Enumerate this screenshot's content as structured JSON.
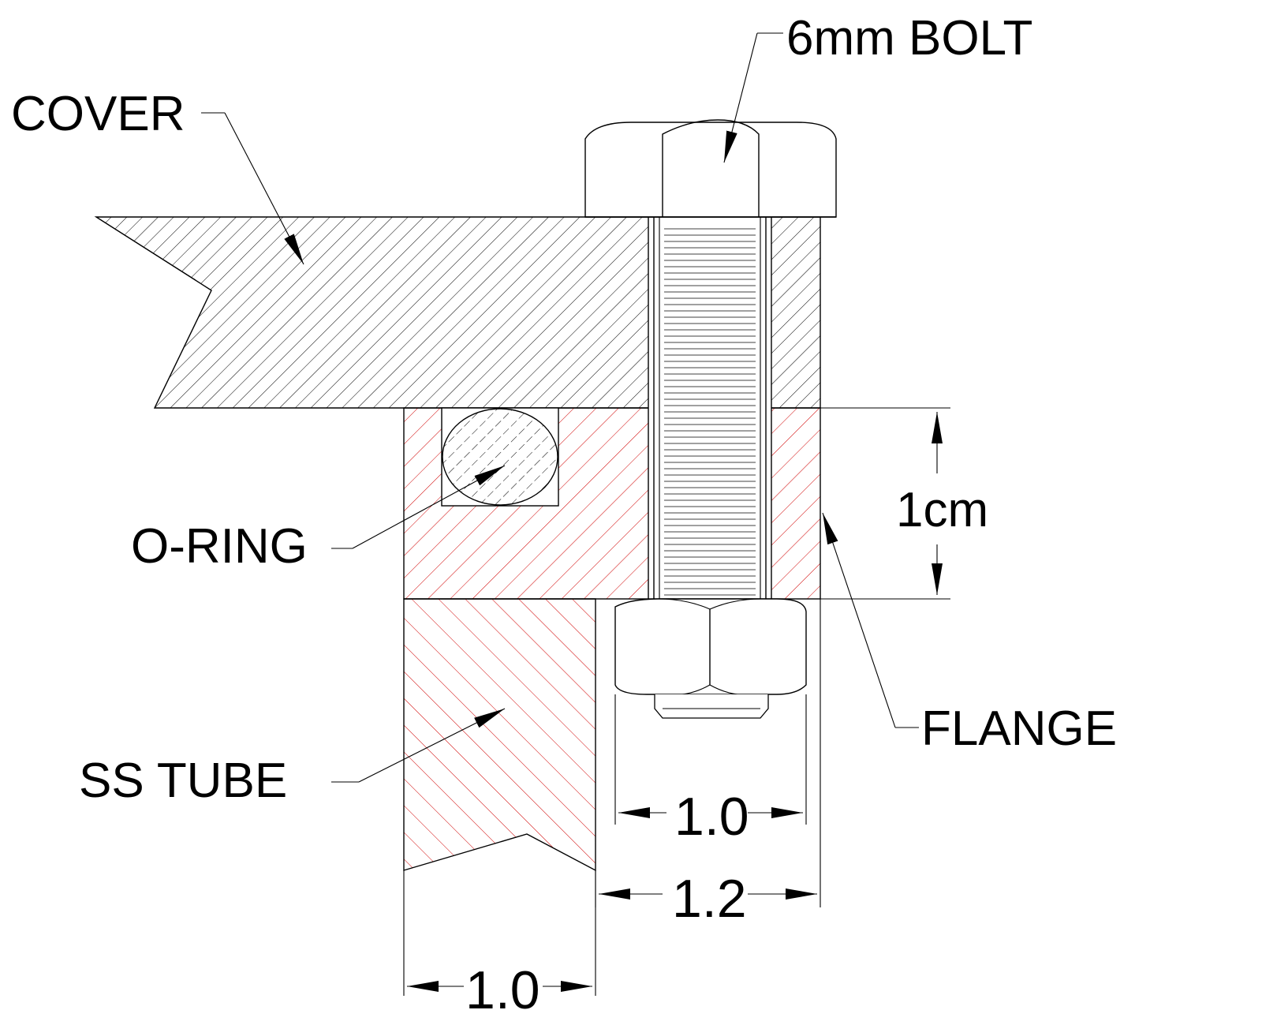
{
  "labels": {
    "bolt": "6mm BOLT",
    "cover": "COVER",
    "oring": "O-RING",
    "flange": "FLANGE",
    "tube": "SS TUBE"
  },
  "dimensions": {
    "flange_thickness": "1cm",
    "nut_width": "1.0",
    "flange_width": "1.2",
    "tube_wall": "1.0"
  },
  "colors": {
    "line": "#000000",
    "hatch_black": "#000000",
    "hatch_red": "#d00000"
  }
}
